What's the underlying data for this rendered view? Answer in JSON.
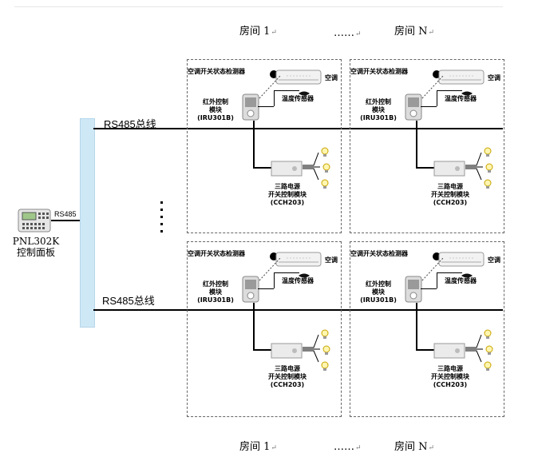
{
  "top_labels": {
    "room_first": "房间 1",
    "ellipsis": "……",
    "room_n": "房间 N"
  },
  "bottom_labels": {
    "room_first": "房间 1",
    "ellipsis": "……",
    "room_n": "房间 N"
  },
  "bus": {
    "top_label": "RS485总线",
    "bottom_label": "RS485总线",
    "link_label": "RS485"
  },
  "panel": {
    "model": "PNL302K",
    "name": "控制面板"
  },
  "room_labels": {
    "ac_detector": "空调开关状态检测器",
    "ac": "空调",
    "ir_module_line1": "红外控制",
    "ir_module_line2": "模块",
    "ir_module_model": "(IRU301B)",
    "temp_sensor": "温度传感器",
    "power_line1": "三路电源",
    "power_line2": "开关控制模块",
    "power_model": "(CCH203)"
  },
  "colors": {
    "bus_bar": "#cfe8f6",
    "line": "#000000",
    "border": "#666666"
  }
}
